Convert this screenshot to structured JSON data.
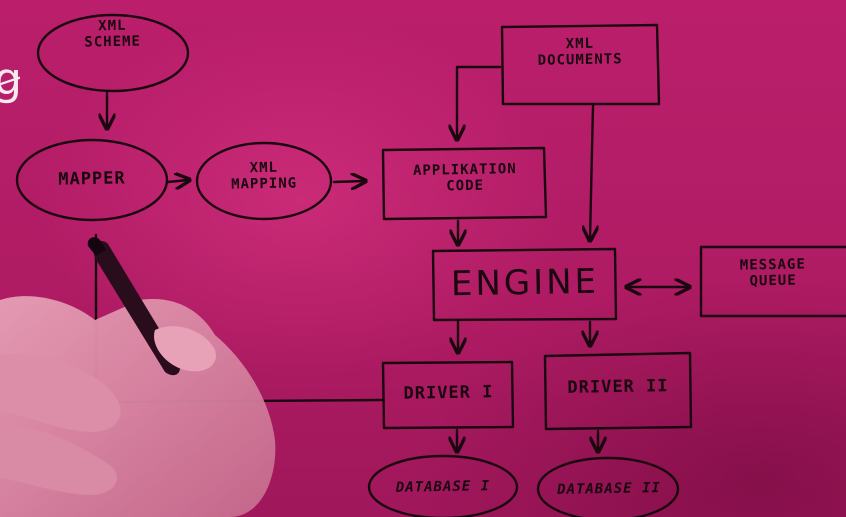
{
  "diagram": {
    "nodes": {
      "xml_scheme": "XML\nSCHEME",
      "mapper": "MAPPER",
      "xml_mapping": "XML\nMAPPING",
      "xml_documents": "XML\nDOCUMENTS",
      "application_code": "APPLIKATION\nCODE",
      "engine": "ENGINE",
      "message_queue": "MESSAGE\nQUEUE",
      "driver_1": "DRIVER I",
      "driver_2": "DRIVER II",
      "database_1": "DATABASE I",
      "database_2": "DATABASE II"
    },
    "edges": [
      {
        "from": "xml_scheme",
        "to": "mapper"
      },
      {
        "from": "mapper",
        "to": "xml_mapping"
      },
      {
        "from": "xml_mapping",
        "to": "application_code"
      },
      {
        "from": "xml_documents",
        "to": "application_code"
      },
      {
        "from": "xml_documents",
        "to": "engine"
      },
      {
        "from": "application_code",
        "to": "engine"
      },
      {
        "from": "engine",
        "to": "message_queue",
        "bidirectional": true
      },
      {
        "from": "engine",
        "to": "driver_1"
      },
      {
        "from": "engine",
        "to": "driver_2"
      },
      {
        "from": "driver_1",
        "to": "database_1"
      },
      {
        "from": "driver_2",
        "to": "database_2"
      },
      {
        "from": "driver_1",
        "to": "mapper"
      }
    ]
  },
  "colors": {
    "background": "#b31d66",
    "ink": "#1a0710",
    "logo": "#f6eaf0"
  },
  "icons": {
    "logo": "logo-glyph-icon",
    "hand": "hand-with-marker-icon"
  }
}
